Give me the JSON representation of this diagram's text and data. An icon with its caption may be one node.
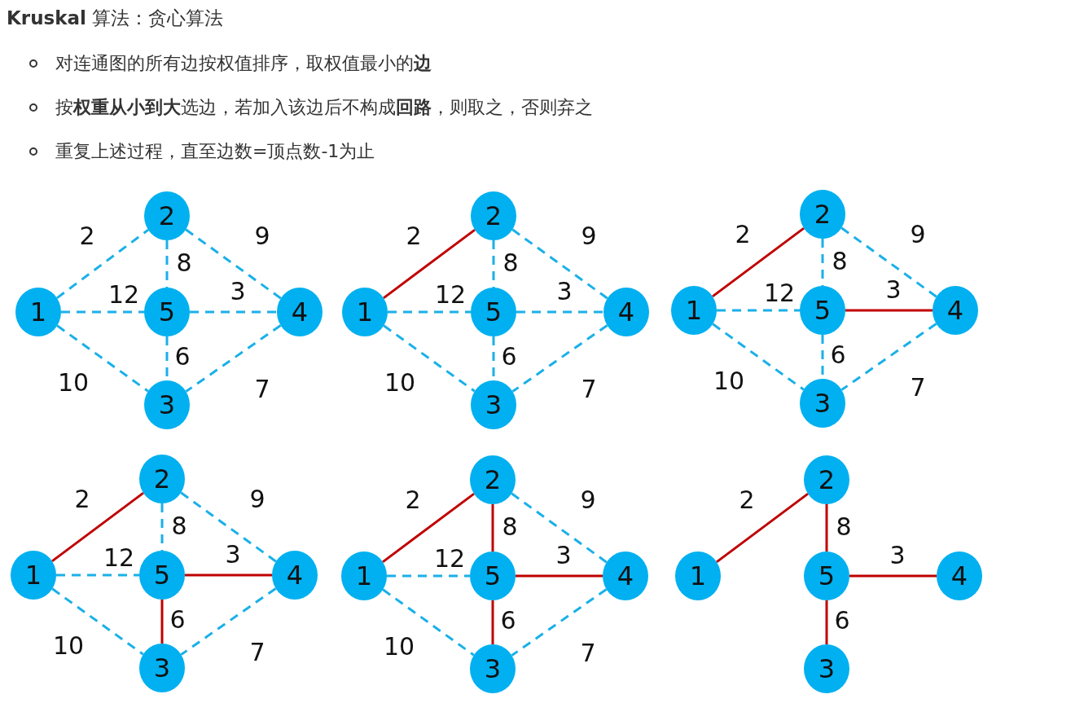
{
  "diagram": {
    "title": "**Kruskal** 算法：贪心算法",
    "nodes": [
      {
        "text": [
          "2"
        ]
      },
      {
        "text": [
          "1"
        ]
      },
      {
        "text": [
          "5"
        ]
      },
      {
        "text": [
          "4"
        ]
      },
      {
        "text": [
          "3"
        ]
      },
      {
        "text": [
          "2"
        ]
      },
      {
        "text": [
          "1"
        ]
      },
      {
        "text": [
          "5"
        ]
      },
      {
        "text": [
          "4"
        ]
      },
      {
        "text": [
          "3"
        ]
      },
      {
        "text": [
          "2"
        ]
      },
      {
        "text": [
          "1"
        ]
      },
      {
        "text": [
          "5"
        ]
      },
      {
        "text": [
          "4"
        ]
      },
      {
        "text": [
          "3"
        ]
      },
      {
        "text": [
          "2"
        ]
      },
      {
        "text": [
          "1"
        ]
      },
      {
        "text": [
          "5"
        ]
      },
      {
        "text": [
          "4"
        ]
      },
      {
        "text": [
          "3"
        ]
      },
      {
        "text": [
          "2"
        ]
      },
      {
        "text": [
          "1"
        ]
      },
      {
        "text": [
          "5"
        ]
      },
      {
        "text": [
          "4"
        ]
      },
      {
        "text": [
          "3"
        ]
      },
      {
        "text": [
          "2"
        ]
      },
      {
        "text": [
          "1"
        ]
      },
      {
        "text": [
          "5"
        ]
      },
      {
        "text": [
          "4"
        ]
      },
      {
        "text": [
          "3"
        ]
      }
    ],
    "edges": [
      {
        "from": 1,
        "to": 0,
        "arrow": "none",
        "label": "2",
        "style": "dashed"
      },
      {
        "from": 0,
        "to": 3,
        "arrow": "none",
        "label": "9",
        "style": "dashed"
      },
      {
        "from": 0,
        "to": 2,
        "arrow": "none",
        "label": "8",
        "style": "dashed"
      },
      {
        "from": 1,
        "to": 2,
        "arrow": "none",
        "label": "12",
        "style": "dashed"
      },
      {
        "from": 2,
        "to": 3,
        "arrow": "none",
        "label": "3",
        "style": "dashed"
      },
      {
        "from": 2,
        "to": 4,
        "arrow": "none",
        "label": "6",
        "style": "dashed"
      },
      {
        "from": 1,
        "to": 4,
        "arrow": "none",
        "label": "10",
        "style": "dashed"
      },
      {
        "from": 3,
        "to": 4,
        "arrow": "none",
        "label": "7",
        "style": "dashed"
      },
      {
        "from": 6,
        "to": 5,
        "arrow": "none",
        "label": "2",
        "color": "#c00000"
      },
      {
        "from": 5,
        "to": 8,
        "arrow": "none",
        "label": "9",
        "style": "dashed"
      },
      {
        "from": 5,
        "to": 7,
        "arrow": "none",
        "label": "8",
        "style": "dashed"
      },
      {
        "from": 6,
        "to": 7,
        "arrow": "none",
        "label": "12",
        "style": "dashed"
      },
      {
        "from": 7,
        "to": 8,
        "arrow": "none",
        "label": "3",
        "style": "dashed"
      },
      {
        "from": 7,
        "to": 9,
        "arrow": "none",
        "label": "6",
        "style": "dashed"
      },
      {
        "from": 6,
        "to": 9,
        "arrow": "none",
        "label": "10",
        "style": "dashed"
      },
      {
        "from": 8,
        "to": 9,
        "arrow": "none",
        "label": "7",
        "style": "dashed"
      },
      {
        "from": 11,
        "to": 10,
        "arrow": "none",
        "label": "2",
        "color": "#c00000"
      },
      {
        "from": 10,
        "to": 13,
        "arrow": "none",
        "label": "9",
        "style": "dashed"
      },
      {
        "from": 10,
        "to": 12,
        "arrow": "none",
        "label": "8",
        "style": "dashed"
      },
      {
        "from": 11,
        "to": 12,
        "arrow": "none",
        "label": "12",
        "style": "dashed"
      },
      {
        "from": 12,
        "to": 13,
        "arrow": "none",
        "label": "3",
        "color": "#c00000"
      },
      {
        "from": 12,
        "to": 14,
        "arrow": "none",
        "label": "6",
        "style": "dashed"
      },
      {
        "from": 11,
        "to": 14,
        "arrow": "none",
        "label": "10",
        "style": "dashed"
      },
      {
        "from": 13,
        "to": 14,
        "arrow": "none",
        "label": "7",
        "style": "dashed"
      },
      {
        "from": 16,
        "to": 15,
        "arrow": "none",
        "label": "2",
        "color": "#c00000"
      },
      {
        "from": 15,
        "to": 18,
        "arrow": "none",
        "label": "9",
        "style": "dashed"
      },
      {
        "from": 15,
        "to": 17,
        "arrow": "none",
        "label": "8",
        "style": "dashed"
      },
      {
        "from": 16,
        "to": 17,
        "arrow": "none",
        "label": "12",
        "style": "dashed"
      },
      {
        "from": 17,
        "to": 18,
        "arrow": "none",
        "label": "3",
        "color": "#c00000"
      },
      {
        "from": 17,
        "to": 19,
        "arrow": "none",
        "label": "6",
        "color": "#c00000"
      },
      {
        "from": 16,
        "to": 19,
        "arrow": "none",
        "label": "10",
        "style": "dashed"
      },
      {
        "from": 18,
        "to": 19,
        "arrow": "none",
        "label": "7",
        "style": "dashed"
      },
      {
        "from": 21,
        "to": 20,
        "arrow": "none",
        "label": "2",
        "color": "#c00000"
      },
      {
        "from": 20,
        "to": 23,
        "arrow": "none",
        "label": "9",
        "style": "dashed"
      },
      {
        "from": 20,
        "to": 22,
        "arrow": "none",
        "label": "8",
        "color": "#c00000"
      },
      {
        "from": 21,
        "to": 22,
        "arrow": "none",
        "label": "12",
        "style": "dashed"
      },
      {
        "from": 22,
        "to": 23,
        "arrow": "none",
        "label": "3",
        "color": "#c00000"
      },
      {
        "from": 22,
        "to": 24,
        "arrow": "none",
        "label": "6",
        "color": "#c00000"
      },
      {
        "from": 21,
        "to": 24,
        "arrow": "none",
        "label": "10",
        "style": "dashed"
      },
      {
        "from": 23,
        "to": 24,
        "arrow": "none",
        "label": "7",
        "style": "dashed"
      },
      {
        "from": 26,
        "to": 25,
        "arrow": "none",
        "label": "2",
        "color": "#c00000"
      },
      {
        "from": 25,
        "to": 27,
        "arrow": "none",
        "label": "8",
        "color": "#c00000"
      },
      {
        "from": 27,
        "to": 28,
        "arrow": "none",
        "label": "3",
        "color": "#c00000"
      },
      {
        "from": 27,
        "to": 29,
        "arrow": "none",
        "label": "6",
        "color": "#c00000"
      }
    ],
    "labels": [
      "对连通图的所有边按权值排序，取权值最小的**边**",
      "按**权重从小到大**选边，若加入该边后不构成**回路**，则取之，否则弃之",
      "重复上述过程，直至边数=顶点数-1为止"
    ]
  }
}
